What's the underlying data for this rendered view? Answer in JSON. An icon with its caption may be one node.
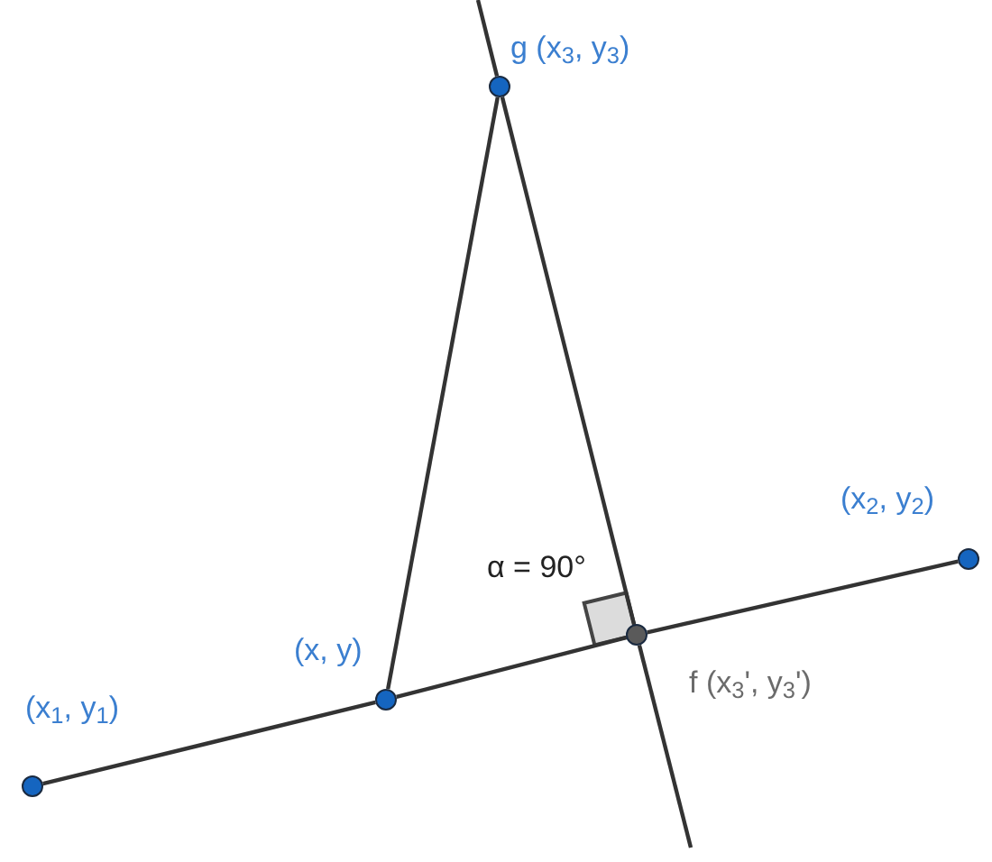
{
  "diagram": {
    "nodes": [
      {
        "text": [],
        "shape": "circle",
        "beside": [
          "g (x$_{3}$, y$_{3}$)"
        ]
      },
      {
        "text": [],
        "shape": "circle",
        "beside": [
          "(x$_{2}$, y$_{2}$)"
        ]
      },
      {
        "text": [],
        "shape": "circle",
        "beside": [
          "(x, y)"
        ]
      },
      {
        "text": [],
        "shape": "circle",
        "beside": [
          "(x$_{1}$, y$_{1}$)"
        ]
      },
      {
        "text": [],
        "shape": "circle",
        "beside": [
          "f (x$_{3}$', y$_{3}$')"
        ]
      }
    ],
    "edges": [
      {
        "from": 3,
        "to": 2,
        "arrow": "none"
      },
      {
        "from": 2,
        "to": 4,
        "arrow": "none"
      },
      {
        "from": 4,
        "to": 1,
        "arrow": "none"
      },
      {
        "from": 2,
        "to": 0,
        "arrow": "none"
      },
      {
        "from": 0,
        "to": 4,
        "arrow": "none"
      },
      {
        "from": null,
        "to": 0,
        "arrow": "none"
      },
      {
        "from": 4,
        "to": null,
        "arrow": "none"
      }
    ],
    "labels": [
      "α = 90°"
    ]
  }
}
